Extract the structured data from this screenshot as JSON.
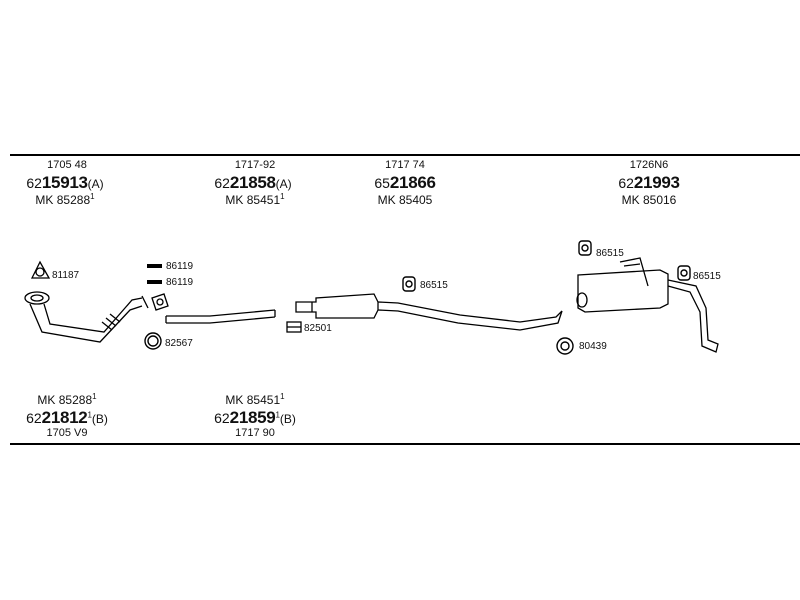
{
  "top_groups": [
    {
      "code": "1705 48",
      "prefix": "62",
      "number": "15913",
      "suffix": "(A)",
      "mk": "MK 85288",
      "mk_sup": "1"
    },
    {
      "code": "1717-92",
      "prefix": "62",
      "number": "21858",
      "suffix": "(A)",
      "mk": "MK 85451",
      "mk_sup": "1"
    },
    {
      "code": "1717 74",
      "prefix": "65",
      "number": "21866",
      "suffix": "",
      "mk": "MK 85405",
      "mk_sup": ""
    },
    {
      "code": "1726N6",
      "prefix": "62",
      "number": "21993",
      "suffix": "",
      "mk": "MK 85016",
      "mk_sup": ""
    }
  ],
  "bottom_groups": [
    {
      "mk": "MK 85288",
      "mk_sup": "1",
      "prefix": "62",
      "number": "21812",
      "num_sup": "1",
      "suffix": "(B)",
      "code": "1705 V9"
    },
    {
      "mk": "MK 85451",
      "mk_sup": "1",
      "prefix": "62",
      "number": "21859",
      "num_sup": "1",
      "suffix": "(B)",
      "code": "1717 90"
    }
  ],
  "callouts": {
    "c81187": "81187",
    "c86119a": "86119",
    "c86119b": "86119",
    "c82567": "82567",
    "c82501": "82501",
    "c86515a": "86515",
    "c86515b": "86515",
    "c86515c": "86515",
    "c80439": "80439"
  }
}
